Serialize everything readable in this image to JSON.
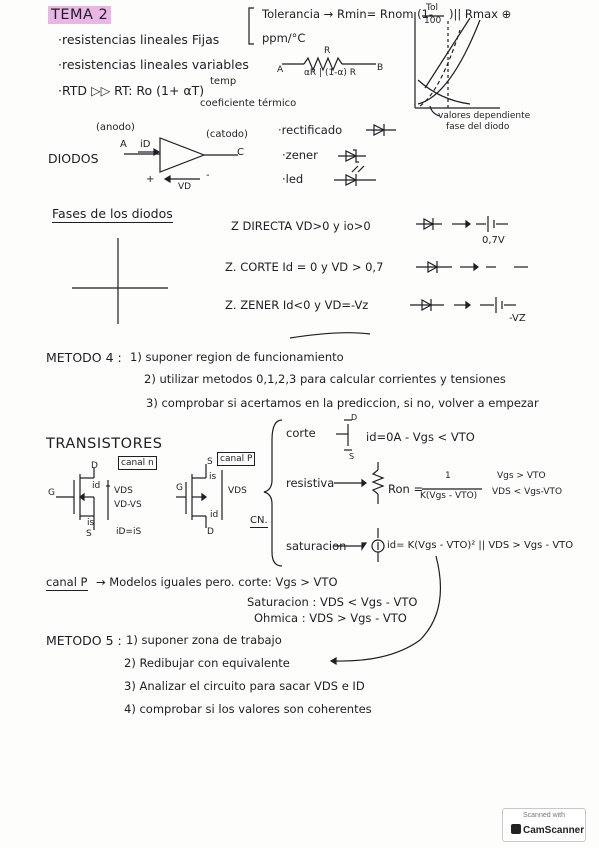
{
  "title": "TEMA 2",
  "resistencias": {
    "fijas": "·resistencias lineales Fijas",
    "tolerancia": "Tolerancia → Rmin= Rnom (1-",
    "frac_num": "Tol",
    "frac_den": "100",
    "rmax": ")|| Rmax ⊕",
    "ppm": "ppm/°C",
    "variables": "·resistencias lineales variables",
    "pot_r": "R",
    "pot_a": "A",
    "pot_b": "B",
    "pot_split": "αR | (1-α) R",
    "rtd": "·RTD ▷▷  RT: Ro (1+ αT)",
    "temp": "temp",
    "coef": "coeficiente térmico",
    "graph_caption_1": "valores dependiente",
    "graph_caption_2": "fase del diodo"
  },
  "diodos": {
    "heading": "DIODOS",
    "anodo": "(anodo)",
    "catodo": "(catodo)",
    "a": "A",
    "id": "iD",
    "c": "C",
    "plus": "+",
    "minus": "-",
    "vd": "VD",
    "tipos": [
      "·rectificado",
      "·zener",
      "·led"
    ]
  },
  "fases": {
    "heading": "Fases de los diodos",
    "directa": "Z DIRECTA   VD>0 y io>0",
    "v07": "0,7V",
    "corte": "Z. CORTE   Id = 0  y  VD > 0,7",
    "zener": "Z. ZENER   Id<0 y VD=-Vz",
    "vz": "-VZ"
  },
  "metodo4": {
    "heading": "METODO 4 :",
    "steps": [
      "1) suponer region de funcionamiento",
      "2) utilizar metodos 0,1,2,3 para calcular corrientes y tensiones",
      "3) comprobar si acertamos en la prediccion, si no, volver a empezar"
    ]
  },
  "transistores": {
    "heading": "TRANSISTORES",
    "canal_n": "canal n",
    "canal_p": "canal P",
    "d": "D",
    "g": "G",
    "s": "S",
    "id": "id",
    "is": "is",
    "vds": "VDS",
    "vdvs": "VD-VS",
    "idis": "iD=iS",
    "cn": "CN.",
    "corte": "corte",
    "corte_eq": "id=0A  -  Vgs < VTO",
    "resistiva": "resistiva",
    "ron": "Ron =",
    "ron_num": "1",
    "ron_den": "K(Vgs - VTO)",
    "res_c1": "Vgs > VTO",
    "res_c2": "VDS < Vgs-VTO",
    "saturacion": "saturacion",
    "sat_eq": "id= K(Vgs - VTO)² || VDS > Vgs - VTO"
  },
  "canal_p_models": {
    "label": "canal P",
    "text": "→ Modelos iguales pero.  corte:  Vgs > VTO",
    "saturacion": "Saturacion :  VDS < Vgs - VTO",
    "ohmica": "Ohmica :  VDS > Vgs - VTO"
  },
  "metodo5": {
    "heading": "METODO 5 :",
    "steps": [
      "1) suponer zona de trabajo",
      "2) Redibujar con equivalente",
      "3) Analizar el circuito para sacar VDS e ID",
      "4) comprobar si los valores son coherentes"
    ]
  },
  "watermark": {
    "top": "Scanned with",
    "brand": "CamScanner"
  }
}
